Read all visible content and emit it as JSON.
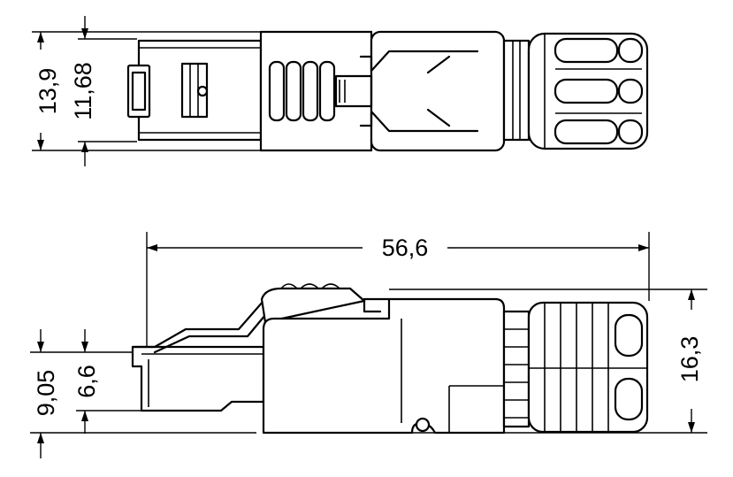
{
  "dimensions": {
    "top_view": {
      "height_outer": "13,9",
      "height_inner": "11,68"
    },
    "side_view": {
      "overall_length": "56,6",
      "overall_height": "16,3",
      "plug_height_outer": "9,05",
      "plug_height_inner": "6,6"
    }
  }
}
